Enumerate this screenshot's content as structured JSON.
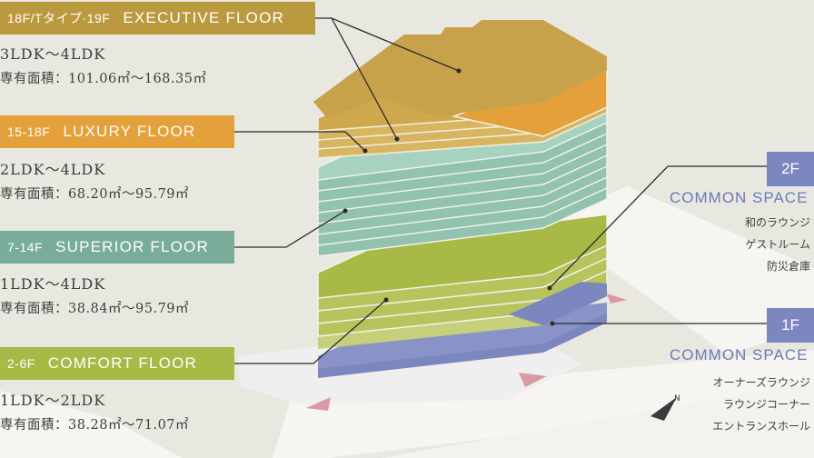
{
  "floors": [
    {
      "floors": "18F/Tタイプ·19F",
      "name": "EXECUTIVE FLOOR",
      "layout": "3LDK〜4LDK",
      "area": "専有面積：101.06㎡〜168.35㎡",
      "color": "#bb9a3f"
    },
    {
      "floors": "15-18F",
      "name": "LUXURY FLOOR",
      "layout": "2LDK〜4LDK",
      "area": "専有面積：68.20㎡〜95.79㎡",
      "color": "#e4a03a"
    },
    {
      "floors": "7-14F",
      "name": "SUPERIOR FLOOR",
      "layout": "1LDK〜4LDK",
      "area": "専有面積：38.84㎡〜95.79㎡",
      "color": "#79ad99"
    },
    {
      "floors": "2-6F",
      "name": "COMFORT FLOOR",
      "layout": "1LDK〜2LDK",
      "area": "専有面積：38.28㎡〜71.07㎡",
      "color": "#a8b946"
    }
  ],
  "common": [
    {
      "floor": "2F",
      "title": "COMMON SPACE",
      "items": [
        "和のラウンジ",
        "ゲストルーム",
        "防災倉庫"
      ]
    },
    {
      "floor": "1F",
      "title": "COMMON SPACE",
      "items": [
        "オーナーズラウンジ",
        "ラウンジコーナー",
        "エントランスホール"
      ]
    }
  ],
  "compass_label": "N",
  "colors": {
    "common": "#7c86bf",
    "arrow": "#d99aa3",
    "road": "#f6f5f1"
  }
}
